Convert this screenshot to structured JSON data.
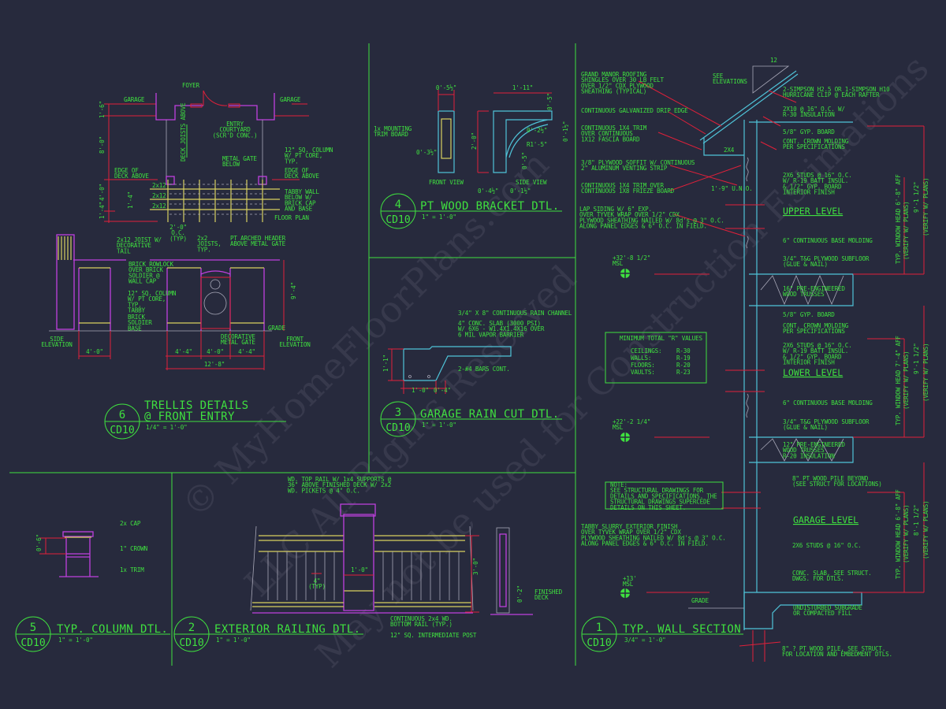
{
  "colors": {
    "background": "#272a3d",
    "text": "#3fe03f",
    "dimension": "#e0203a",
    "framing": "#4fc3d8",
    "masonry": "#c040e0",
    "wood": "#d8d060"
  },
  "watermark": [
    "© MyHomeFloorPlans.com",
    "LLC All Rights Reserved",
    "May not be used for Construction Estimations"
  ],
  "details": {
    "d1": {
      "num": "1",
      "sheet": "CD10",
      "title": "TYP. WALL SECTION",
      "scale": "3/4\" = 1'-0\""
    },
    "d2": {
      "num": "2",
      "sheet": "CD10",
      "title": "EXTERIOR RAILING DTL.",
      "scale": "1\" = 1'-0\""
    },
    "d3": {
      "num": "3",
      "sheet": "CD10",
      "title": "GARAGE RAIN CUT DTL.",
      "scale": "1\" = 1'-0\""
    },
    "d4": {
      "num": "4",
      "sheet": "CD10",
      "title": "PT WOOD BRACKET DTL.",
      "scale": "1\" = 1'-0\""
    },
    "d5": {
      "num": "5",
      "sheet": "CD10",
      "title": "TYP. COLUMN DTL.",
      "scale": "1\" = 1'-0\""
    },
    "d6": {
      "num": "6",
      "sheet": "CD10",
      "title": "TRELLIS DETAILS",
      "title2": "@ FRONT ENTRY",
      "scale": "1/4\" = 1'-0\""
    }
  },
  "levels": {
    "upper": "UPPER LEVEL",
    "lower": "LOWER LEVEL",
    "garage": "GARAGE LEVEL"
  },
  "rvalues": {
    "title": "MINIMUM TOTAL \"R\" VALUES",
    "rows": [
      {
        "k": "CEILINGS:",
        "v": "R-30"
      },
      {
        "k": "WALLS:",
        "v": "R-19"
      },
      {
        "k": "FLOORS:",
        "v": "R-20"
      },
      {
        "k": "VAULTS:",
        "v": "R-23"
      }
    ]
  },
  "notes": {
    "roofing": [
      "GRAND MANOR ROOFING",
      "SHINGLES OVER 30 LB FELT",
      "OVER 1/2\" CDX PLYWOOD",
      "SHEATHING (TYPICAL)"
    ],
    "see_elev": [
      "SEE",
      "ELEVATIONS"
    ],
    "pitch": [
      "12"
    ],
    "hurricane": [
      "2-SIMPSON H2.5 OR 1-SIMPSON H10",
      "HURRICANE CLIP @ EACH RAFTER"
    ],
    "drip": [
      "CONTINUOUS GALVANIZED DRIP EDGE"
    ],
    "rafter": [
      "2X10 @ 16\" O.C. W/",
      "R-30 INSULATION"
    ],
    "fascia": [
      "CONTINUOUS 1X4 TRIM",
      "OVER CONTINUOUS",
      "1X12 FASCIA BOARD"
    ],
    "gyp1": [
      "5/8\" GYP. BOARD"
    ],
    "crown1": [
      "CONT. CROWN MOLDING",
      "PER SPECIFICATIONS"
    ],
    "twobyfour": [
      "2X4"
    ],
    "soffit": [
      "3/8\" PLYWOOD SOFFIT W/ CONTINUOUS",
      "2\" ALUMINUM VENTING STRIP"
    ],
    "studs1": [
      "2X6 STUDS @ 16\" O.C.",
      "W/ R-19 BATT INSUL.",
      "& 1/2\" GYP. BOARD",
      "INTERIOR FINISH"
    ],
    "frieze": [
      "CONTINUOUS 1X4 TRIM OVER",
      "CONTINUOUS 1X8 FRIEZE BOARD"
    ],
    "uno": [
      "1'-9\" U.N.O."
    ],
    "lap": [
      "LAP SIDING W/ 6\" EXP.",
      "OVER TYVEK WRAP OVER 1/2\" CDX",
      "PLYWOOD SHEATHING NAILED W/ 8d's @ 3\" O.C.",
      "ALONG PANEL EDGES & 6\" O.C. IN FIELD."
    ],
    "base1": [
      "6\" CONTINUOUS BASE MOLDING"
    ],
    "elev1": [
      "+32'-8 1/2\"",
      "MSL"
    ],
    "subfloor1": [
      "3/4\" T&G PLYWOOD SUBFLOOR",
      "(GLUE & NAIL)"
    ],
    "truss1": [
      "16\" PRE-ENGINEERED",
      "WOOD TRUSSES"
    ],
    "gyp2": [
      "5/8\" GYP. BOARD"
    ],
    "crown2": [
      "CONT. CROWN MOLDING",
      "PER SPECIFICATIONS"
    ],
    "studs2": [
      "2X6 STUDS @ 16\" O.C.",
      "W/ R-19 BATT INSUL.",
      "& 1/2\" GYP. BOARD",
      "INTERIOR FINISH"
    ],
    "base2": [
      "6\" CONTINUOUS BASE MOLDING"
    ],
    "elev2": [
      "+22'-2 1/4\"",
      "MSL"
    ],
    "subfloor2": [
      "3/4\" T&G PLYWOOD SUBFLOOR",
      "(GLUE & NAIL)"
    ],
    "truss2": [
      "12\" PRE-ENGINEERED",
      "WOOD TRUSSES",
      "R-20 INSULATION"
    ],
    "pile1": [
      "8\" PT WOOD PILE BEYOND",
      "(SEE STRUCT FOR LOCATIONS)"
    ],
    "note": [
      "NOTE:",
      "SEE STRUCTURAL DRAWINGS FOR",
      "DETAILS AND SPECIFICATIONS. THE",
      "STRUCTURAL DRAWINGS SUPERCEDE",
      "DETAILS ON THIS SHEET."
    ],
    "tabby": [
      "TABBY SLURRY EXTERIOR FINISH",
      "OVER TYVEK WRAP OVER 1/2\" CDX",
      "PLYWOOD SHEATHING NAILED W/ 8d's @ 3\" O.C.",
      "ALONG PANEL EDGES & 6\" O.C. IN FIELD."
    ],
    "studs3": [
      "2X6 STUDS @ 16\" O.C."
    ],
    "elev3": [
      "+13'",
      "MSL"
    ],
    "slab": [
      "CONC. SLAB, SEE STRUCT.",
      "DWGS. FOR DTLS."
    ],
    "grade1": [
      "GRADE"
    ],
    "subgrade": [
      "UNDISTURBED SUBGRADE",
      "OR COMPACTED FILL"
    ],
    "pile2": [
      "8\" ? PT WOOD PILE, SEE STRUCT.",
      "FOR LOCATION AND EMBEDMENT DTLS."
    ],
    "foyer": [
      "FOYER"
    ],
    "garage_l": [
      "GARAGE"
    ],
    "garage_r": [
      "GARAGE"
    ],
    "courtyard": [
      "ENTRY",
      "COURTYARD",
      "(SCR'D CONC.)"
    ],
    "column_pl": [
      "12\" SQ. COLUMN",
      "W/ PT CORE,",
      "TYP."
    ],
    "metalgate": [
      "METAL GATE",
      "BELOW"
    ],
    "edge_l": [
      "EDGE OF",
      "DECK ABOVE"
    ],
    "edge_r": [
      "EDGE OF",
      "DECK ABOVE"
    ],
    "j1": [
      "2x12"
    ],
    "j2": [
      "2x12"
    ],
    "j3": [
      "2x12"
    ],
    "tabbywall": [
      "TABBY WALL",
      "BELOW W/",
      "BRICK CAP",
      "AND BASE"
    ],
    "floorplan": [
      "FLOOR PLAN"
    ],
    "oc": [
      "2'-0\"",
      "O.C.",
      "(TYP)"
    ],
    "joist": [
      "2x12 JOIST W/",
      "DECORATIVE",
      "TAIL"
    ],
    "twobytwo": [
      "2x2",
      "JOISTS,",
      "TYP."
    ],
    "arched": [
      "PT ARCHED HEADER",
      "ABOVE METAL GATE"
    ],
    "rowlock": [
      "BRICK ROWLOCK",
      "OVER BRICK",
      "SOLDIER @",
      "WALL CAP"
    ],
    "column_el": [
      "12\" SQ. COLUMN",
      "W/ PT CORE,",
      "TYP.",
      "TABBY"
    ],
    "brickbase": [
      "BRICK",
      "SOLDIER",
      "BASE"
    ],
    "grade2": [
      "GRADE"
    ],
    "sideelev": [
      "SIDE",
      "ELEVATION"
    ],
    "frontelev": [
      "FRONT",
      "ELEVATION"
    ],
    "decgate": [
      "DECORATIVE",
      "METAL GATE"
    ],
    "dA": [
      "4'-0\""
    ],
    "dB": [
      "4'-4\""
    ],
    "dC": [
      "4'-0\""
    ],
    "dD": [
      "4'-4\""
    ],
    "dE": [
      "12'-8\""
    ],
    "b1": [
      "0'-5½\""
    ],
    "b2": [
      "1'-11\""
    ],
    "b3": [
      "1x MOUNTING",
      "TRIM BOARD"
    ],
    "b4": [
      "0'-2½\""
    ],
    "b5": [
      "R1'-5\""
    ],
    "b6": [
      "0'-3½\""
    ],
    "b7": [
      "FRONT VIEW"
    ],
    "b8": [
      "SIDE VIEW"
    ],
    "b9": [
      "0'-4½\""
    ],
    "b10": [
      "0'-1½\""
    ],
    "rc1": [
      "3/4\" X 8\" CONTINUOUS RAIN CHANNEL"
    ],
    "rc2": [
      "4\" CONC. SLAB (3000 PSI)",
      "W/ 6X6 - W1.4X1.4X16 OVER",
      "6 MIL VAPOR BARRIER"
    ],
    "rc3": [
      "2-#4 BARS CONT."
    ],
    "rc4": [
      "1'-0\""
    ],
    "rc5": [
      "0'-4\""
    ],
    "cap": [
      "2x CAP"
    ],
    "crown": [
      "1\" CROWN"
    ],
    "trim": [
      "1x TRIM"
    ],
    "rail1": [
      "WD. TOP RAIL W/ 1x4 SUPPORTS @",
      "36\" ABOVE FINISHED DECK W/ 2x2",
      "WD. PICKETS @ 4\" O.C."
    ],
    "rail2": [
      "4\"",
      "(TYP)"
    ],
    "rail3": [
      "1'-0\""
    ],
    "rail4": [
      "FINISHED",
      "DECK"
    ],
    "rail5": [
      "CONTINUOUS 2x4 WD.",
      "BOTTOM RAIL (TYP.)"
    ],
    "rail6": [
      "12\" SQ. INTERMEDIATE POST"
    ]
  },
  "vnotes": {
    "v1": "TYP. WINDOW HEAD 6'-8\" AFF",
    "v2": "(VERIFY W/ PLANS)",
    "v3": "9'-1 1/2\"",
    "v4": "(VERIFY W/ PLANS)",
    "v5": "TYP. WINDOW HEAD 7'-4\" AFF",
    "v6": "(VERIFY W/ PLANS)",
    "v7": "9'-1 1/2\"",
    "v8": "(VERIFY W/ PLANS)",
    "v9": "TYP. WINDOW HEAD 6'-8\" AFF",
    "v10": "(VERIFY W/ PLANS)",
    "v11": "8'-1 1/2\"",
    "v12": "(VERIFY W/ PLANS)",
    "t1": "1'-6\"",
    "t2": "8'-0\"",
    "t3": "4'-0\"",
    "t4": "1'-4\"",
    "t5": "DECK JOISTS ABOVE",
    "t6": "9'-4\"",
    "t7": "1'-4\"",
    "b11": "0'-5\"",
    "b12": "2'-0\"",
    "b13": "0'-1½\"",
    "b14": "0'-5\"",
    "rc6": "1'-1\"",
    "c1": "0'-6\"",
    "rail7": "3'-0\"",
    "rail8": "0'-2\""
  }
}
